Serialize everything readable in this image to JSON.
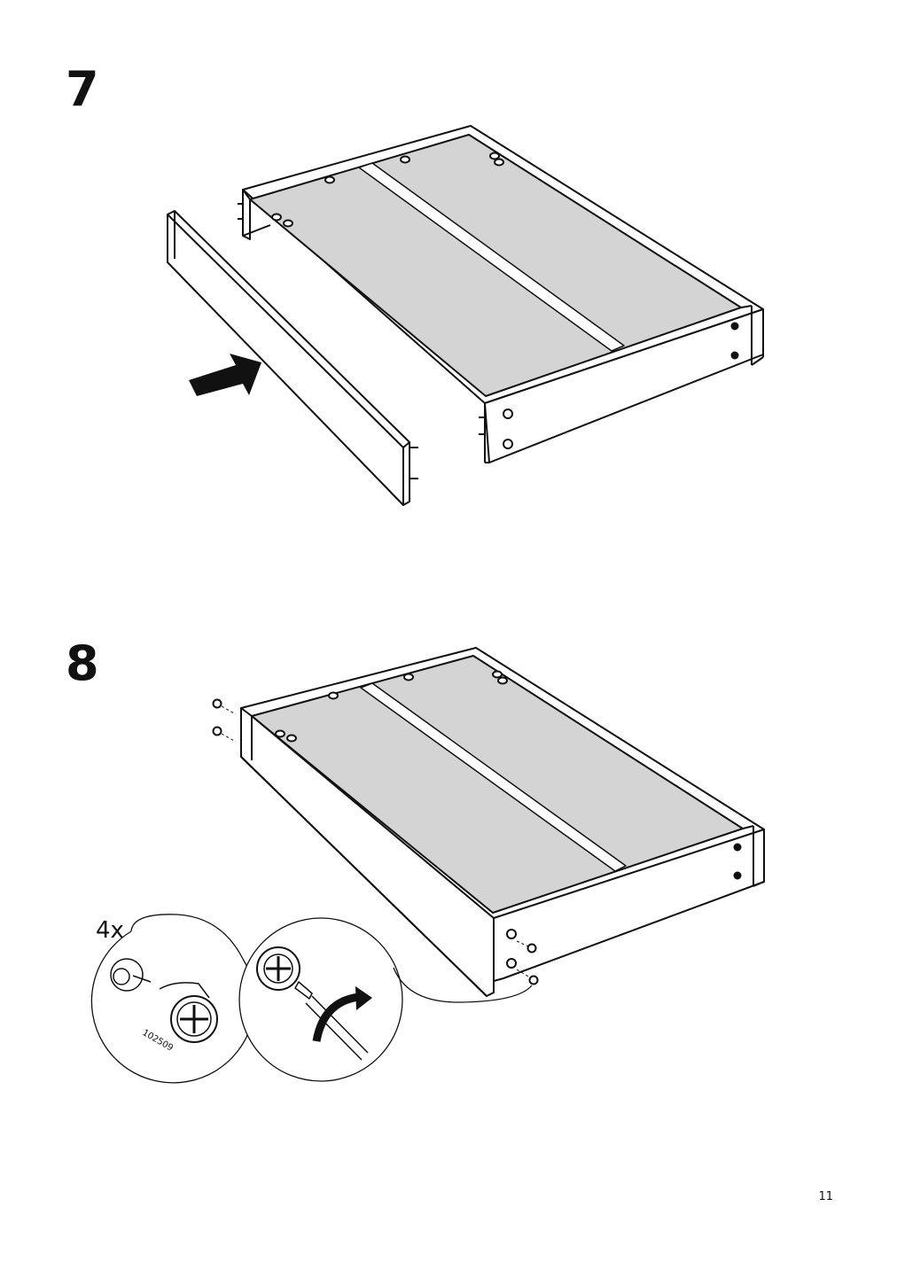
{
  "steps": [
    {
      "number": "7"
    },
    {
      "number": "8",
      "quantity_label": "4x",
      "part_number": "102509"
    }
  ],
  "page_number": "11",
  "colors": {
    "panel_fill": "#d4d4d4",
    "line": "#111111",
    "background": "#ffffff"
  },
  "icons": [
    "arrow-icon",
    "cam-lock-icon",
    "screwdriver-icon",
    "rotate-arrow-icon"
  ]
}
